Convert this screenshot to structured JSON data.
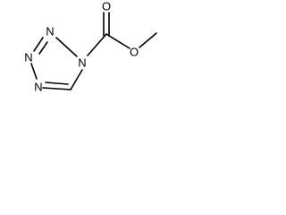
{
  "structure": {
    "atoms": {
      "n1": "N",
      "n2": "N",
      "n3": "N",
      "n4": "N",
      "carbonyl_o": "O",
      "ester_o": "O"
    }
  },
  "colors": {
    "ink": "#000000",
    "background": "#ffffff"
  }
}
